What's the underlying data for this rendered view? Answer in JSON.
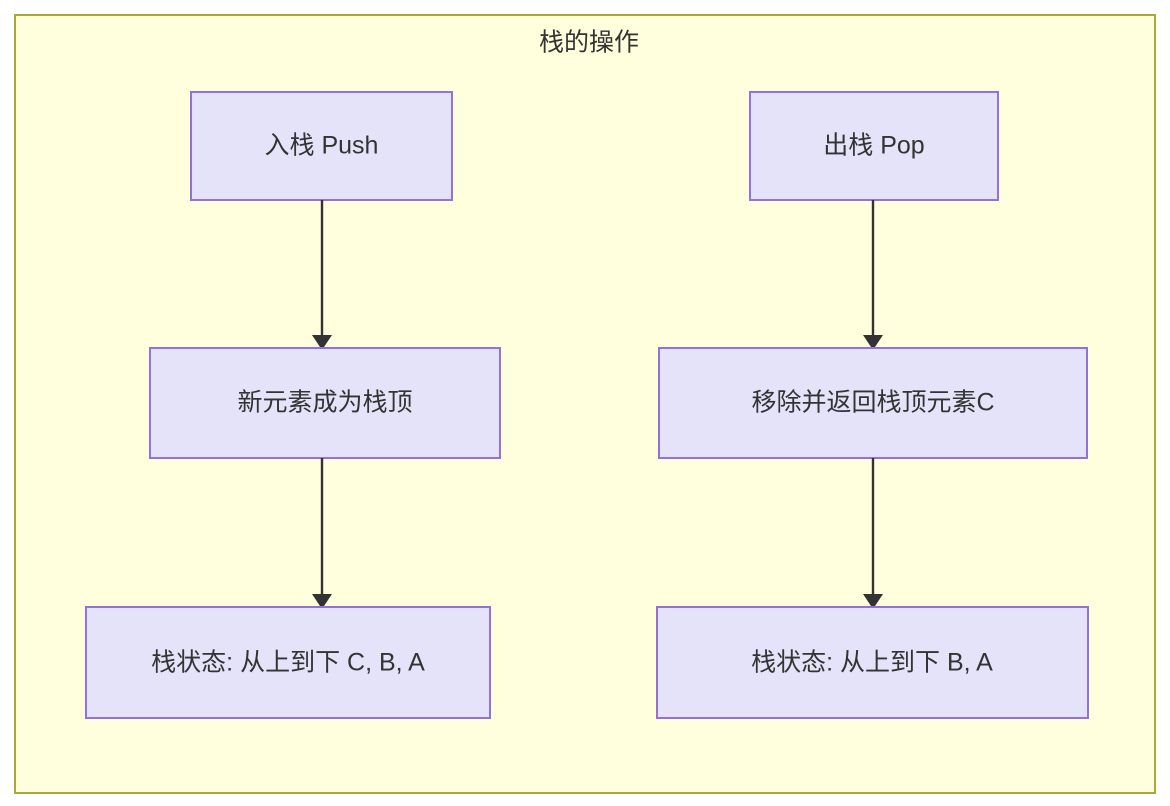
{
  "diagram": {
    "type": "flowchart",
    "title": "栈的操作",
    "colors": {
      "frame_fill": "#ffffdd",
      "frame_border": "#aaaa33",
      "node_fill": "#e5e3fa",
      "node_border": "#9370db",
      "edge": "#333333",
      "text": "#333333"
    },
    "columns": [
      {
        "name": "push-flow",
        "nodes": [
          {
            "id": "push",
            "label": "入栈 Push"
          },
          {
            "id": "push-result",
            "label": "新元素成为栈顶"
          },
          {
            "id": "push-state",
            "label": "栈状态: 从上到下 C, B, A"
          }
        ]
      },
      {
        "name": "pop-flow",
        "nodes": [
          {
            "id": "pop",
            "label": "出栈 Pop"
          },
          {
            "id": "pop-result",
            "label": "移除并返回栈顶元素C"
          },
          {
            "id": "pop-state",
            "label": "栈状态: 从上到下 B, A"
          }
        ]
      }
    ],
    "edges": [
      {
        "from": "push",
        "to": "push-result"
      },
      {
        "from": "push-result",
        "to": "push-state"
      },
      {
        "from": "pop",
        "to": "pop-result"
      },
      {
        "from": "pop-result",
        "to": "pop-state"
      }
    ]
  }
}
